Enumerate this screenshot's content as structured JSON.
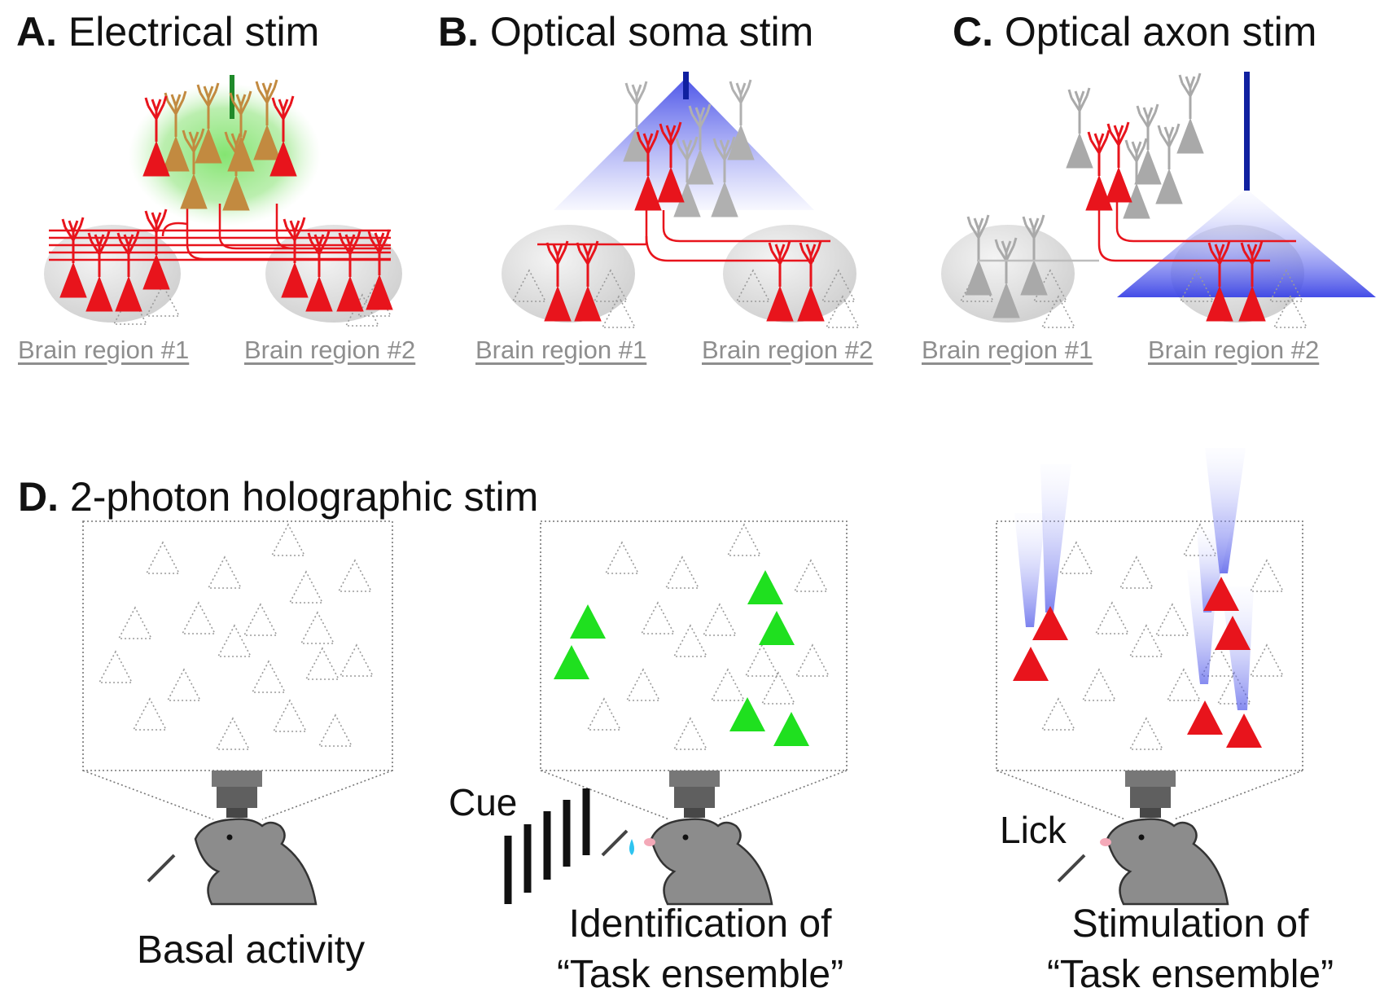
{
  "panels": {
    "a": {
      "letter": "A.",
      "title": "Electrical stim",
      "region1": "Brain region #1",
      "region2": "Brain region #2"
    },
    "b": {
      "letter": "B.",
      "title": "Optical soma stim",
      "region1": "Brain region #1",
      "region2": "Brain region #2"
    },
    "c": {
      "letter": "C.",
      "title": "Optical axon stim",
      "region1": "Brain region #1",
      "region2": "Brain region #2"
    },
    "d": {
      "letter": "D.",
      "title": "2-photon holographic stim",
      "cue_label": "Cue",
      "lick_label": "Lick",
      "captions": {
        "basal": "Basal activity",
        "identification_l1": "Identification of",
        "identification_l2": "“Task ensemble”",
        "stimulation_l1": "Stimulation of",
        "stimulation_l2": "“Task ensemble”"
      }
    }
  },
  "colors": {
    "neuron_active": "#e8141c",
    "neuron_inactive": "#a9a9a9",
    "electrode_glow": "#7ee36a",
    "light_beam": "#3a43e6",
    "ensemble_identified": "#1fe01f",
    "mouse": "#8c8c8c",
    "water_drop": "#2ec4f0"
  },
  "icons": [
    "electrode-icon",
    "optic-fiber-icon",
    "pyramidal-neuron-icon",
    "microscope-objective-icon",
    "mouse-icon",
    "lick-spout-icon",
    "water-drop-icon",
    "grating-cue-icon"
  ]
}
